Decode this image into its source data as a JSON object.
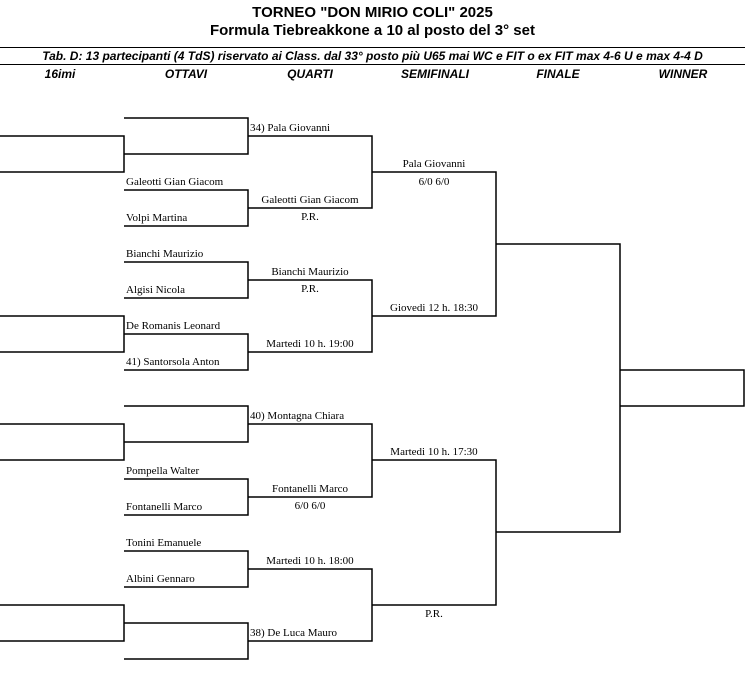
{
  "header": {
    "title": "TORNEO \"DON MIRIO COLI\" 2025",
    "subtitle": "Formula Tiebreakkone a 10 al posto del 3° set",
    "info": "Tab. D: 13 partecipanti (4 TdS) riservato ai Class. dal 33° posto più U65 mai WC e FIT o ex FIT max 4-6 U e max 4-4 D"
  },
  "rounds": [
    "16imi",
    "OTTAVI",
    "QUARTI",
    "SEMIFINALI",
    "FINALE",
    "WINNER"
  ],
  "ottavi": [
    "",
    "Galeotti Gian Giacom",
    "Volpi Martina",
    "Bianchi Maurizio",
    "Algisi Nicola",
    "De Romanis Leonard",
    "41) Santorsola Anton",
    "",
    "Pompella Walter",
    "Fontanelli Marco",
    "Tonini Emanuele",
    "Albini Gennaro"
  ],
  "quarti": [
    {
      "name": "34) Pala Giovanni",
      "note": ""
    },
    {
      "name": "Galeotti Gian Giacom",
      "note": "P.R."
    },
    {
      "name": "Bianchi Maurizio",
      "note": "P.R."
    },
    {
      "name": "Martedi 10 h. 19:00",
      "note": ""
    },
    {
      "name": "40) Montagna Chiara",
      "note": ""
    },
    {
      "name": "Fontanelli Marco",
      "note": "6/0  6/0"
    },
    {
      "name": "Martedi 10 h. 18:00",
      "note": ""
    },
    {
      "name": "38) De Luca Mauro",
      "note": ""
    }
  ],
  "semifinali": [
    {
      "name": "Pala Giovanni",
      "note": "6/0  6/0"
    },
    {
      "name": "Giovedi 12 h. 18:30",
      "note": ""
    },
    {
      "name": "Martedi 10 h. 17:30",
      "note": ""
    },
    {
      "name": "",
      "note": "P.R."
    }
  ]
}
